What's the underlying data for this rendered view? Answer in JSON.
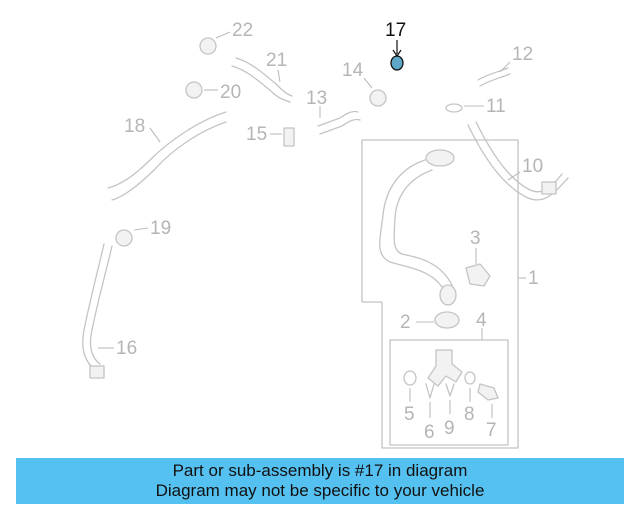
{
  "diagram": {
    "highlighted_callout": "17",
    "callouts": [
      "1",
      "2",
      "3",
      "4",
      "5",
      "6",
      "7",
      "8",
      "9",
      "10",
      "11",
      "12",
      "13",
      "14",
      "15",
      "16",
      "17",
      "18",
      "19",
      "20",
      "21",
      "22"
    ],
    "colors": {
      "part_line": "#c4c4c4",
      "callout_text": "#b5b5b5",
      "highlight_text": "#111111",
      "highlight_fill": "#5fa7c8"
    }
  },
  "banner": {
    "line1": "Part or sub-assembly is #17 in diagram",
    "line2": "Diagram may not be specific to your vehicle",
    "background": "#55c1f0"
  }
}
